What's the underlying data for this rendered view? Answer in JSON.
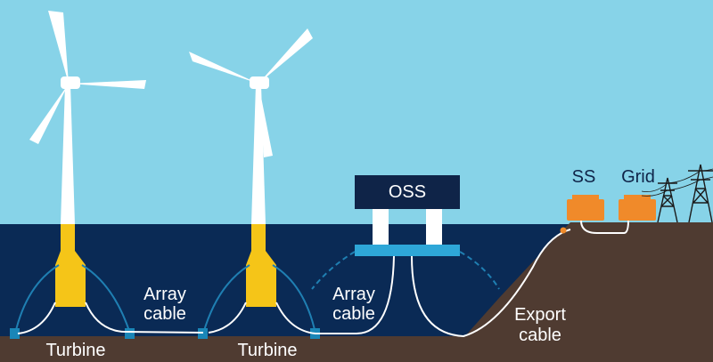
{
  "labels": {
    "turbine_1": "Turbine",
    "turbine_2": "Turbine",
    "array_cable_1_line1": "Array",
    "array_cable_1_line2": "cable",
    "array_cable_2_line1": "Array",
    "array_cable_2_line2": "cable",
    "oss": "OSS",
    "export_cable_line1": "Export",
    "export_cable_line2": "cable",
    "ss": "SS",
    "grid": "Grid"
  },
  "colors": {
    "sky": "#87d3e8",
    "sea": "#0a2a55",
    "seabed": "#4f3b31",
    "turbine_tower": "#ffffff",
    "floating_base": "#f5c518",
    "oss_box": "#0f2448",
    "oss_pontoon": "#2ea7d8",
    "substation": "#f08a2a",
    "mooring": "#1f7fb2",
    "anchor": "#1a86b7",
    "cable": "#ffffff"
  }
}
